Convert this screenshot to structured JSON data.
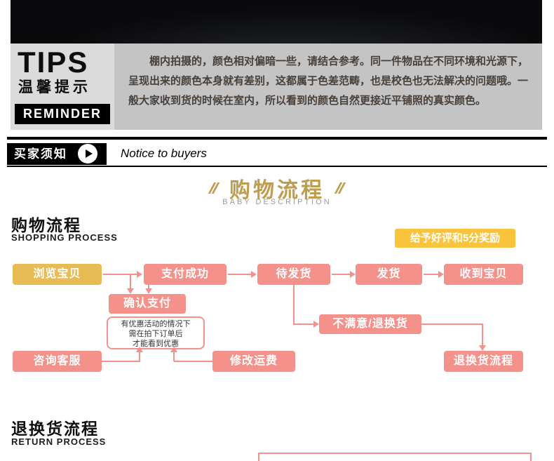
{
  "colors": {
    "pink": "#f4918b",
    "gold_title": "#be9c50",
    "browse_yellow": "#e8bc55",
    "badge_yellow": "#f9c33c"
  },
  "tips": {
    "title": "TIPS",
    "subtitle_cn": "温馨提示",
    "reminder": "REMINDER",
    "body": "棚内拍摄的，颜色相对偏暗一些，请结合参考。同一件物品在不同环境和光源下，呈现出来的颜色本身就有差别，这都属于色差范畴，也是校色也无法解决的问题哦。一般大家收到货的时候在室内，所以看到的颜色自然更接近平铺照的真实颜色。"
  },
  "notice": {
    "label": "买家须知",
    "subtitle": "Notice to buyers"
  },
  "section": {
    "title_cn": "购物流程",
    "title_en": "BABY DESCRIPTION"
  },
  "shopping": {
    "heading_cn": "购物流程",
    "heading_en": "SHOPPING PROCESS",
    "reward_badge": "给予好评和5分奖励"
  },
  "flow": {
    "browse": "浏览宝贝",
    "pay_success": "支付成功",
    "awaiting_ship": "待发货",
    "ship": "发货",
    "receive": "收到宝贝",
    "confirm_pay": "确认支付",
    "note_lines": [
      "有优惠活动的情况下",
      "需在拍下订单后",
      "才能看到优惠"
    ],
    "dissatisfied": "不满意/退换货",
    "contact_service": "咨询客服",
    "modify_freight": "修改运费",
    "return_process": "退换货流程"
  },
  "returns": {
    "heading_cn": "退换货流程",
    "heading_en": "RETURN PROCESS"
  }
}
